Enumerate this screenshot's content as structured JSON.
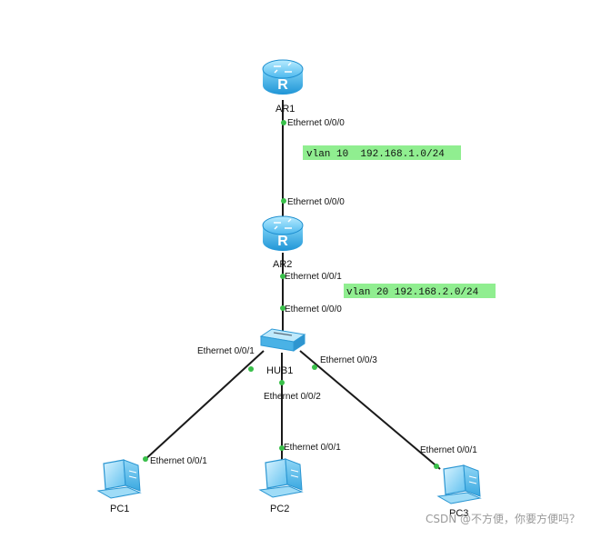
{
  "colors": {
    "link": "#1a1a1a",
    "port_dot": "#39c04a",
    "vlan_bg": "#90ee90",
    "router_blue": "#29a6e6",
    "pc_blue": "#6cc6f0"
  },
  "devices": {
    "ar1": {
      "label": "AR1",
      "icon": "router-icon"
    },
    "ar2": {
      "label": "AR2",
      "icon": "router-icon"
    },
    "hub1": {
      "label": "HUB1",
      "icon": "hub-icon"
    },
    "pc1": {
      "label": "PC1",
      "icon": "pc-icon"
    },
    "pc2": {
      "label": "PC2",
      "icon": "pc-icon"
    },
    "pc3": {
      "label": "PC3",
      "icon": "pc-icon"
    }
  },
  "ports": {
    "ar1_down": "Ethernet 0/0/0",
    "ar2_up": "Ethernet 0/0/0",
    "ar2_down": "Ethernet 0/0/1",
    "hub_up": "Ethernet 0/0/0",
    "hub_p1": "Ethernet 0/0/1",
    "hub_p2": "Ethernet 0/0/2",
    "hub_p3": "Ethernet 0/0/3",
    "pc1_port": "Ethernet 0/0/1",
    "pc2_port": "Ethernet 0/0/1",
    "pc3_port": "Ethernet 0/0/1"
  },
  "vlan_labels": {
    "upper": "vlan 10  192.168.1.0/24",
    "lower": "vlan 20 192.168.2.0/24"
  },
  "watermark": "CSDN @不方便，你要方便吗？"
}
